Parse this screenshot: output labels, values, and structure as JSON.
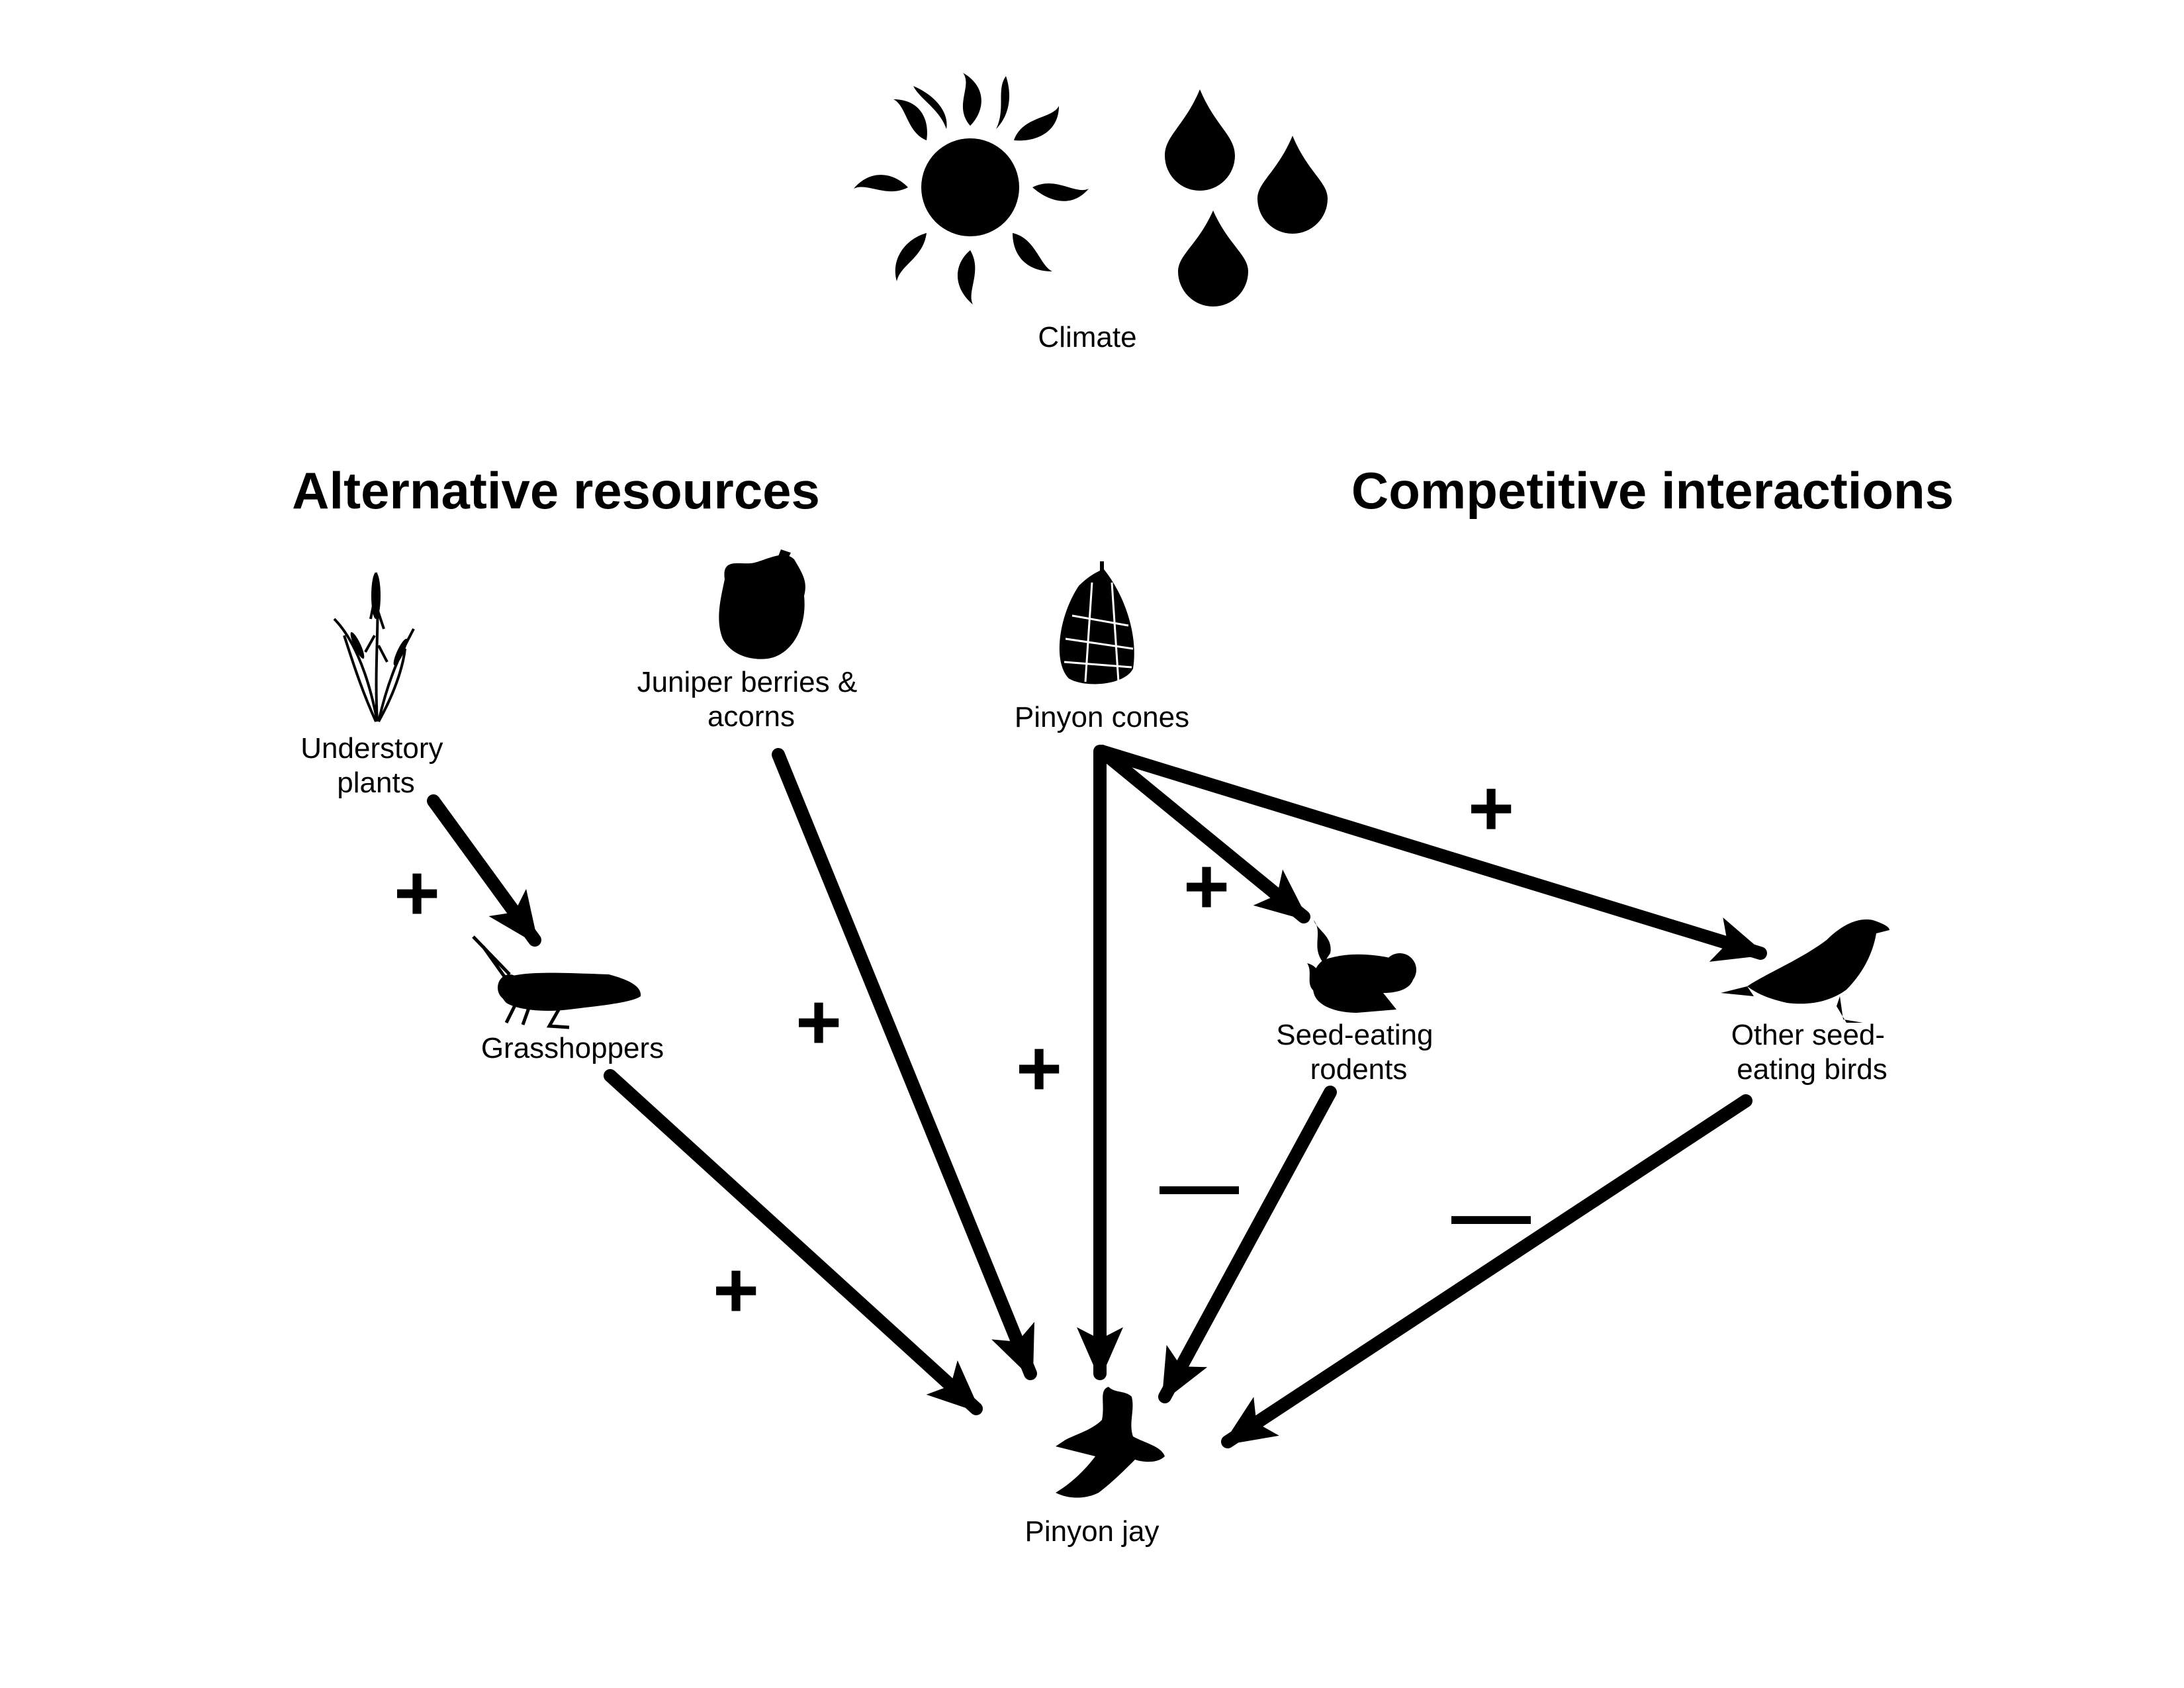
{
  "climate": {
    "label": "Climate"
  },
  "headers": {
    "alternative_resources": "Alternative resources",
    "competitive_interactions": "Competitive interactions"
  },
  "nodes": {
    "understory_plants": [
      "Understory",
      "plants"
    ],
    "juniper_acorns": [
      "Juniper berries &",
      "acorns"
    ],
    "pinyon_cones": "Pinyon cones",
    "grasshoppers": "Grasshoppers",
    "rodents": [
      "Seed-eating",
      "rodents"
    ],
    "other_birds": [
      "Other seed-",
      "eating birds"
    ],
    "pinyon_jay": "Pinyon jay"
  },
  "edges": [
    {
      "from": "Understory plants",
      "to": "Grasshoppers",
      "sign": "+"
    },
    {
      "from": "Grasshoppers",
      "to": "Pinyon jay",
      "sign": "+"
    },
    {
      "from": "Juniper berries & acorns",
      "to": "Pinyon jay",
      "sign": "+"
    },
    {
      "from": "Pinyon cones",
      "to": "Pinyon jay",
      "sign": "+"
    },
    {
      "from": "Pinyon cones",
      "to": "Seed-eating rodents",
      "sign": "+"
    },
    {
      "from": "Pinyon cones",
      "to": "Other seed-eating birds",
      "sign": "+"
    },
    {
      "from": "Seed-eating rodents",
      "to": "Pinyon jay",
      "sign": "—"
    },
    {
      "from": "Other seed-eating birds",
      "to": "Pinyon jay",
      "sign": "—"
    }
  ],
  "colors": {
    "ink": "#000000",
    "background": "#ffffff"
  }
}
